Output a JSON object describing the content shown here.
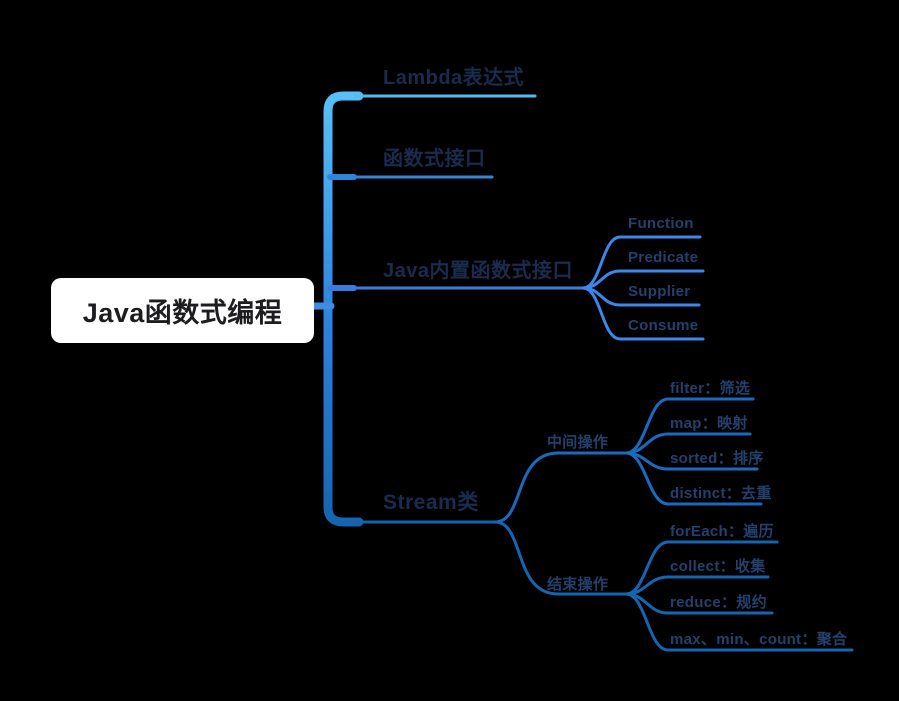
{
  "colors": {
    "background": "#000000",
    "trunk_top": "#58C1F8",
    "trunk_mid": "#2E86E0",
    "trunk_bottom": "#1564B0",
    "root_connector": "#3E8CE6",
    "branch_lambda": "#55B9F2",
    "branch_functional_interface": "#2F86D9",
    "branch_builtin": "#3C7BDC",
    "builtin_children": "#3D87EA",
    "branch_stream": "#1563AE",
    "stream_intermediate": "#1A6ABF",
    "stream_terminal": "#1465B2",
    "root_bg": "#FFFFFF",
    "root_text": "#1D1D1F",
    "topic_text": "#1B2B4E",
    "child_text": "#24406C"
  },
  "mindmap": {
    "root": {
      "label": "Java函数式编程"
    },
    "branches": [
      {
        "label": "Lambda表达式"
      },
      {
        "label": "函数式接口"
      },
      {
        "label": "Java内置函数式接口",
        "children": [
          {
            "label": "Function"
          },
          {
            "label": "Predicate"
          },
          {
            "label": "Supplier"
          },
          {
            "label": "Consume"
          }
        ]
      },
      {
        "label": "Stream类",
        "children": [
          {
            "label": "中间操作",
            "children": [
              {
                "label": "filter：筛选"
              },
              {
                "label": "map：映射"
              },
              {
                "label": "sorted：排序"
              },
              {
                "label": "distinct：去重"
              }
            ]
          },
          {
            "label": "结束操作",
            "children": [
              {
                "label": "forEach：遍历"
              },
              {
                "label": "collect：收集"
              },
              {
                "label": "reduce：规约"
              },
              {
                "label": "max、min、count：聚合"
              }
            ]
          }
        ]
      }
    ]
  }
}
